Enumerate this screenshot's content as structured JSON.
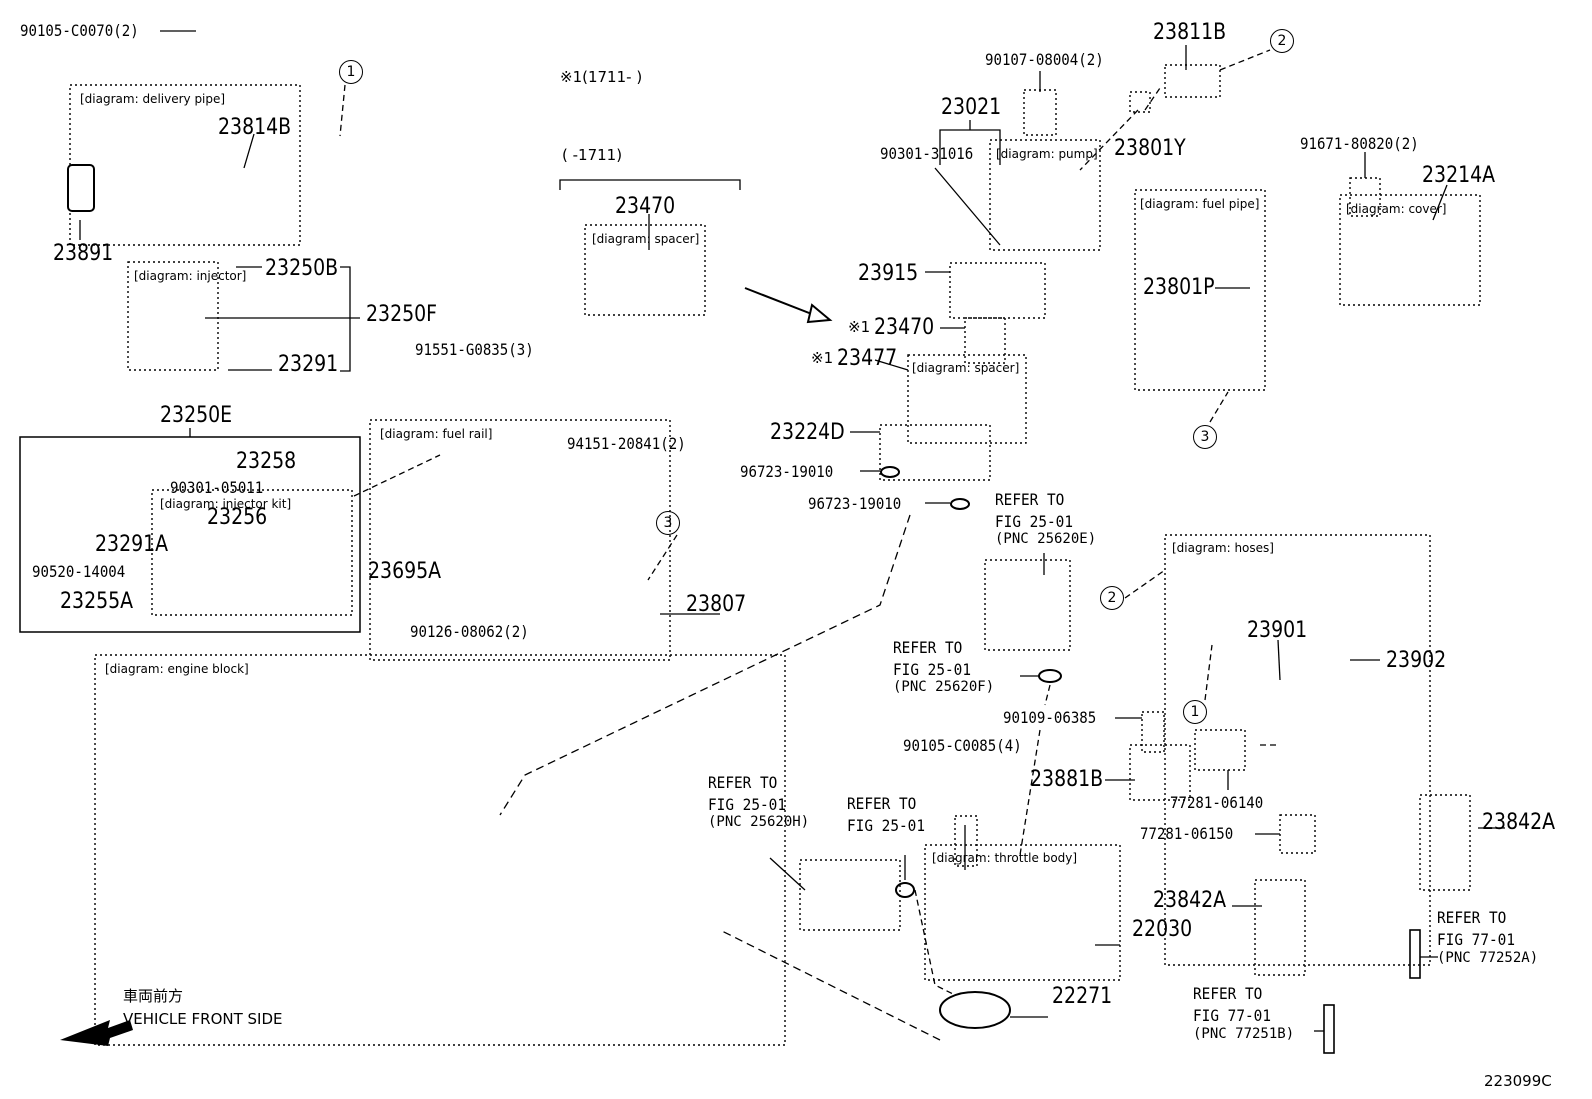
{
  "diagram": {
    "parts": {
      "p90105_c0070": "90105-C0070(2)",
      "p23814b": "23814B",
      "p23891": "23891",
      "p23250b": "23250B",
      "p23250f": "23250F",
      "p23291": "23291",
      "p23250e": "23250E",
      "p23258": "23258",
      "p90301_05011": "90301-05011",
      "p23256": "23256",
      "p23291a": "23291A",
      "p90520_14004": "90520-14004",
      "p23255a": "23255A",
      "p91551_g0835": "91551-G0835(3)",
      "p23695a": "23695A",
      "p90126_08062": "90126-08062(2)",
      "p94151_20841": "94151-20841(2)",
      "p23807": "23807",
      "p23470_top": "23470",
      "p23470_new": "23470",
      "p23477": "23477",
      "p23224d": "23224D",
      "p96723_a": "96723-19010",
      "p96723_b": "96723-19010",
      "p90107_08004": "90107-08004(2)",
      "p23811b": "23811B",
      "p23021": "23021",
      "p90301_31016": "90301-31016",
      "p23801y": "23801Y",
      "p23915": "23915",
      "p23801p": "23801P",
      "p91671_80820": "91671-80820(2)",
      "p23214a": "23214A",
      "p23901": "23901",
      "p23902": "23902",
      "p90109_06385": "90109-06385",
      "p90105_c0085": "90105-C0085(4)",
      "p23881b": "23881B",
      "p77281_06140": "77281-06140",
      "p77281_06150": "77281-06150",
      "p23842a_r": "23842A",
      "p23842a_m": "23842A",
      "p22030": "22030",
      "p22271": "22271"
    },
    "callouts": {
      "c1_top": "1",
      "c2_top": "2",
      "c3_rail": "3",
      "c3_pipe": "3",
      "c2_hose": "2",
      "c1_hose": "1"
    },
    "date_notes": {
      "new_range": "※1(1711-     )",
      "old_range": "(     -1711)",
      "mark_a": "※1",
      "mark_b": "※1"
    },
    "refer_notes": {
      "r1": "REFER TO\nFIG 25-01",
      "r1_pnc": "(PNC 25620E)",
      "r2": "REFER TO\nFIG 25-01",
      "r2_pnc": "(PNC 25620F)",
      "r3": "REFER TO\nFIG 25-01",
      "r3_pnc": "(PNC 25620H)",
      "r4": "REFER TO\nFIG 25-01",
      "r5": "REFER TO\nFIG 77-01",
      "r5_pnc": "(PNC 77252A)",
      "r6": "REFER TO\nFIG 77-01",
      "r6_pnc": "(PNC 77251B)"
    },
    "front_jp": "車両前方",
    "front_en": "VEHICLE FRONT SIDE",
    "figure_code": "223099C"
  }
}
